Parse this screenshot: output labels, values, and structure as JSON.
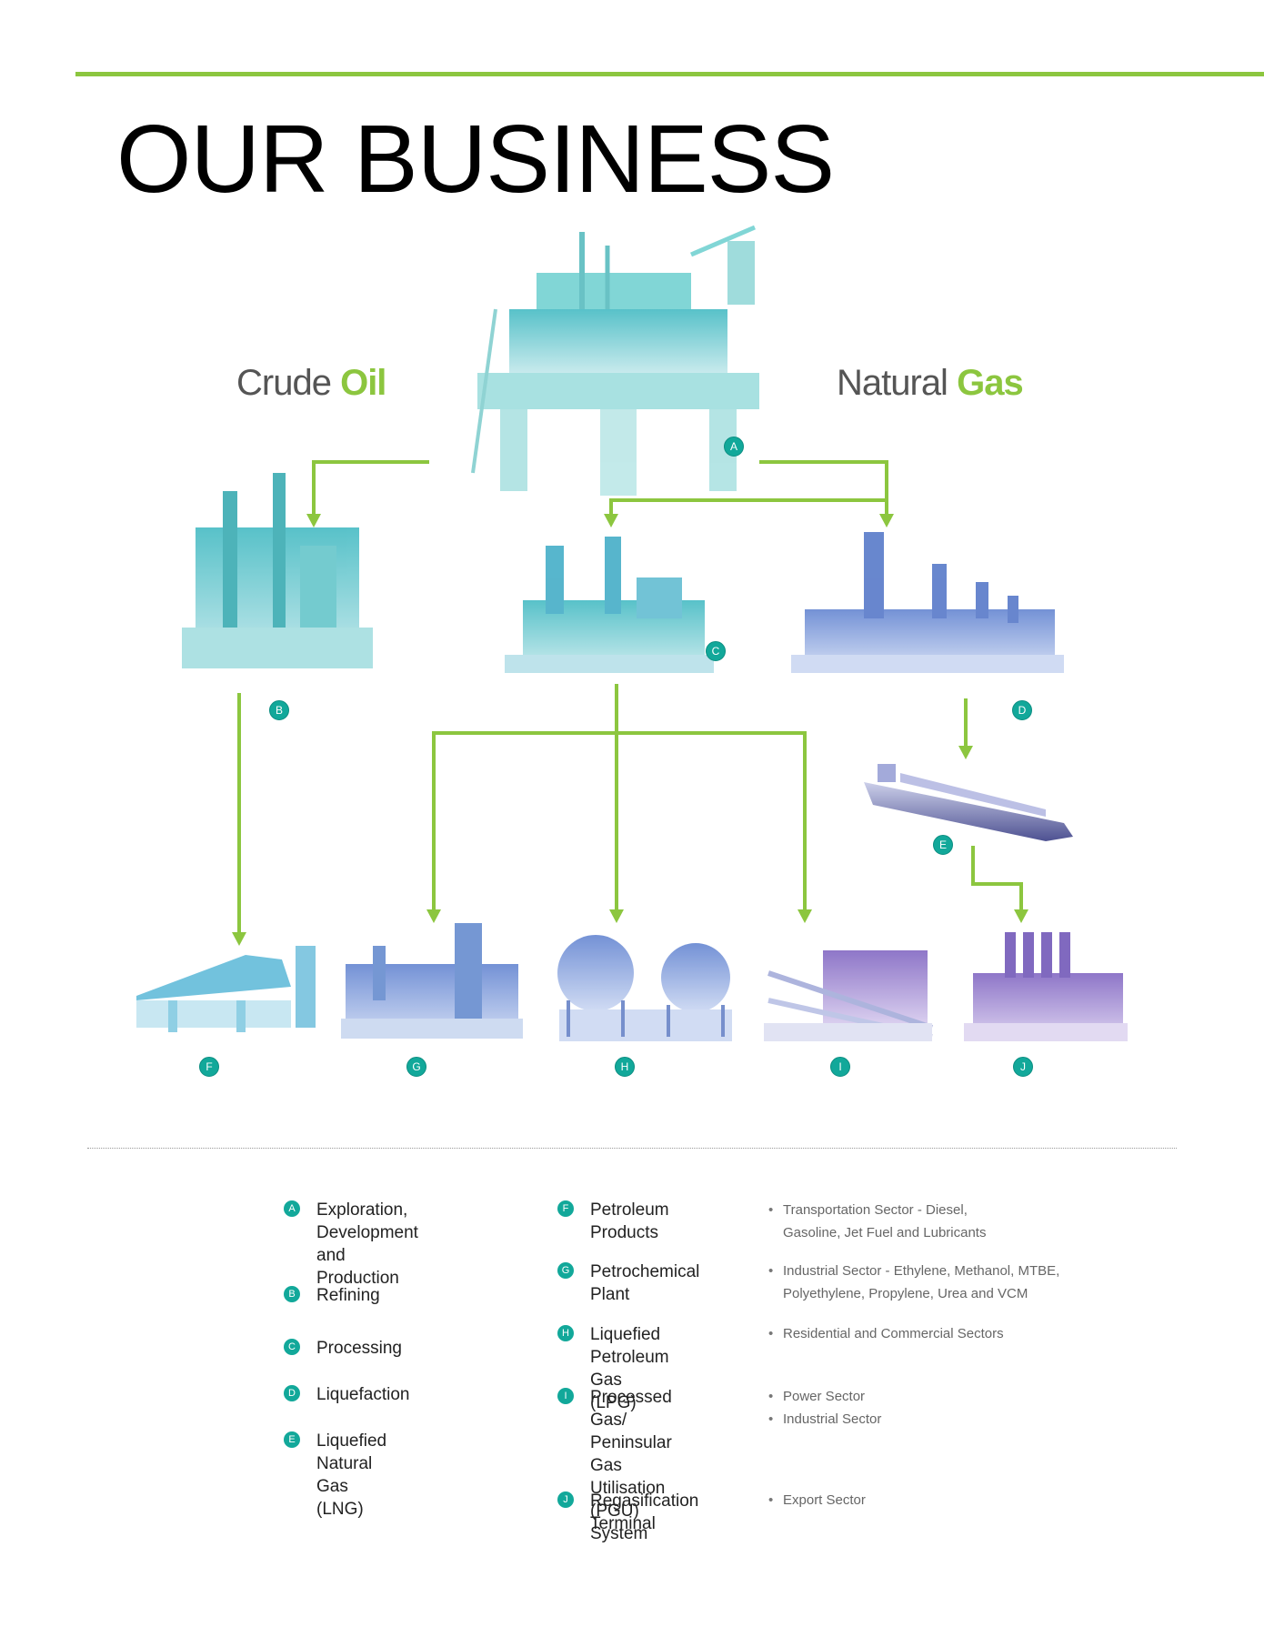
{
  "header": {
    "title": "OUR BUSINESS"
  },
  "diagram": {
    "crude_oil": {
      "word1": "Crude",
      "word2": "Oil"
    },
    "natural_gas": {
      "word1": "Natural",
      "word2": "Gas"
    },
    "colors": {
      "accent_green": "#8cc63f",
      "badge_teal": "#12a89a",
      "facility_teal": "#4fc3c3",
      "facility_blue": "#6f8fd6",
      "facility_purple": "#8a6fc4"
    },
    "nodes": [
      {
        "id": "A",
        "name": "Exploration, Development and Production"
      },
      {
        "id": "B",
        "name": "Refining"
      },
      {
        "id": "C",
        "name": "Processing"
      },
      {
        "id": "D",
        "name": "Liquefaction"
      },
      {
        "id": "E",
        "name": "Liquefied Natural Gas (LNG)"
      },
      {
        "id": "F",
        "name": "Petroleum Products"
      },
      {
        "id": "G",
        "name": "Petrochemical Plant"
      },
      {
        "id": "H",
        "name": "Liquefied Petroleum Gas (LPG)"
      },
      {
        "id": "I",
        "name": "Processed Gas/ Peninsular Gas Utilisation (PGU) System"
      },
      {
        "id": "J",
        "name": "Regasification Terminal"
      }
    ],
    "edges": [
      {
        "from": "A",
        "to": "B"
      },
      {
        "from": "A",
        "to": "C"
      },
      {
        "from": "A",
        "to": "D"
      },
      {
        "from": "B",
        "to": "F"
      },
      {
        "from": "C",
        "to": "G"
      },
      {
        "from": "C",
        "to": "H"
      },
      {
        "from": "C",
        "to": "I"
      },
      {
        "from": "D",
        "to": "E"
      },
      {
        "from": "E",
        "to": "J"
      }
    ]
  },
  "legend": {
    "left": [
      {
        "letter": "A",
        "text": "Exploration,\nDevelopment and\nProduction"
      },
      {
        "letter": "B",
        "text": "Refining"
      },
      {
        "letter": "C",
        "text": "Processing"
      },
      {
        "letter": "D",
        "text": "Liquefaction"
      },
      {
        "letter": "E",
        "text": "Liquefied Natural\nGas (LNG)"
      }
    ],
    "right": [
      {
        "letter": "F",
        "text": "Petroleum\nProducts",
        "sectors": [
          "Transportation Sector - Diesel,\nGasoline, Jet Fuel and Lubricants"
        ]
      },
      {
        "letter": "G",
        "text": "Petrochemical Plant",
        "sectors": [
          "Industrial Sector - Ethylene, Methanol, MTBE,\nPolyethylene, Propylene, Urea and VCM"
        ]
      },
      {
        "letter": "H",
        "text": "Liquefied Petroleum\nGas (LPG)",
        "sectors": [
          "Residential and Commercial Sectors"
        ]
      },
      {
        "letter": "I",
        "text": "Processed Gas/\nPeninsular Gas\nUtilisation (PGU)\nSystem",
        "sectors": [
          "Power Sector",
          "Industrial Sector"
        ]
      },
      {
        "letter": "J",
        "text": "Regasification\nTerminal",
        "sectors": [
          "Export Sector"
        ]
      }
    ]
  }
}
